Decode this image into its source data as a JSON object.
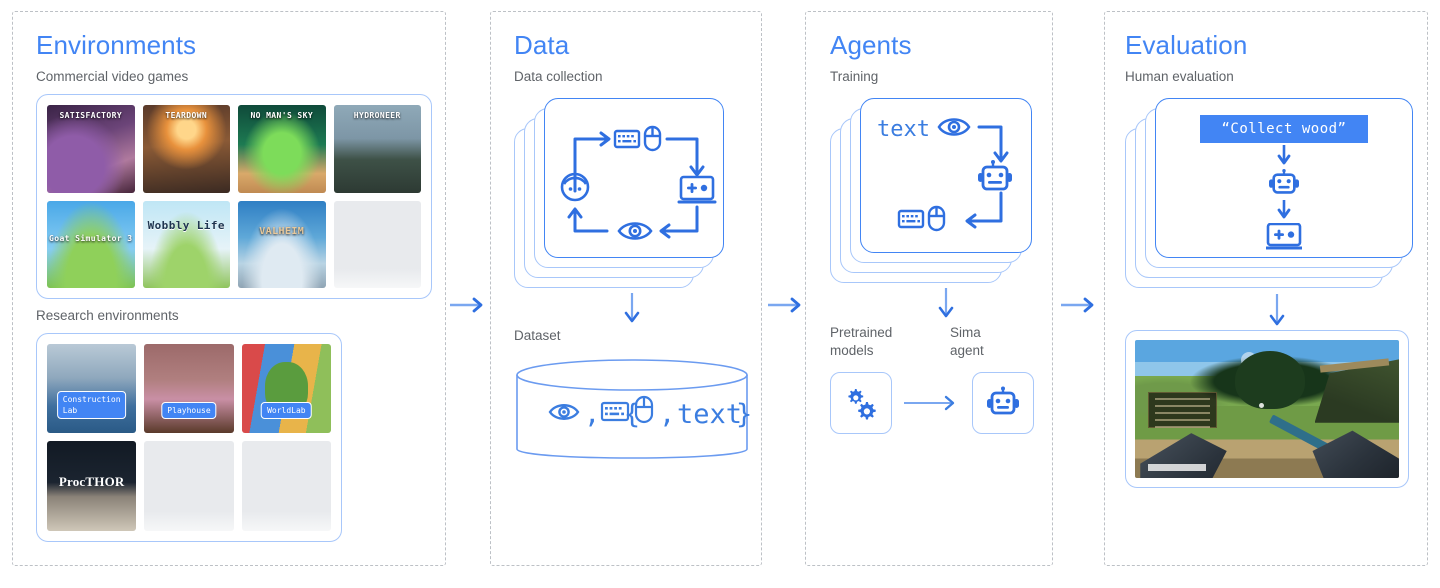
{
  "columns": {
    "environments": {
      "title": "Environments",
      "commercial_label": "Commercial video games",
      "research_label": "Research environments",
      "commercial_games": [
        {
          "name": "Satisfactory",
          "caption": "SATISFACTORY"
        },
        {
          "name": "Teardown",
          "caption": "TEARDOWN"
        },
        {
          "name": "No Man's Sky",
          "caption": "NO MAN'S SKY"
        },
        {
          "name": "Hydroneer",
          "caption": "HYDRONEER"
        },
        {
          "name": "Goat Simulator 3",
          "caption": "Goat Simulator 3"
        },
        {
          "name": "Wobbly Life",
          "caption": "Wobbly Life"
        },
        {
          "name": "Valheim",
          "caption": "VALHEIM"
        },
        {
          "name": "empty",
          "caption": ""
        }
      ],
      "research_envs": [
        {
          "name": "Construction Lab",
          "badge": "Construction\nLab"
        },
        {
          "name": "Playhouse",
          "badge": "Playhouse"
        },
        {
          "name": "WorldLab",
          "badge": "WorldLab"
        },
        {
          "name": "ProcTHOR",
          "badge": "",
          "word": "ProcTHOR"
        },
        {
          "name": "empty",
          "badge": ""
        },
        {
          "name": "empty",
          "badge": ""
        }
      ]
    },
    "data": {
      "title": "Data",
      "collection_label": "Data collection",
      "dataset_label": "Dataset",
      "cycle_icons": [
        "person-icon",
        "keyboard-icon",
        "mouse-icon",
        "game-console-icon",
        "eye-icon"
      ],
      "dataset_contents": "{ ◎ , ⌨ Ὓ1 , text }",
      "dataset_text_open": "{",
      "dataset_text_comma1": ",",
      "dataset_text_comma2": ",",
      "dataset_text_word": "text",
      "dataset_text_close": "}"
    },
    "agents": {
      "title": "Agents",
      "training_label": "Training",
      "card_text": "text",
      "pretrained_label": "Pretrained models",
      "sima_label": "Sima agent",
      "pretrained_icon": "gears-icon",
      "sima_icon": "robot-icon"
    },
    "evaluation": {
      "title": "Evaluation",
      "human_eval_label": "Human evaluation",
      "prompt": "“Collect wood”",
      "flow_icons": [
        "robot-icon",
        "game-console-icon"
      ],
      "screenshot_alt": "first-person game screenshot"
    }
  },
  "colors": {
    "accent_blue": "#4285f4",
    "light_blue_border": "#a8c7fa",
    "text_gray": "#5f6368",
    "dashed_gray": "#bdc1c6",
    "tile_empty": "#e8eaed"
  },
  "connectors": [
    {
      "name": "environments-to-data",
      "icon": "arrow-right-icon"
    },
    {
      "name": "data-to-agents",
      "icon": "arrow-right-icon"
    },
    {
      "name": "agents-to-evaluation",
      "icon": "arrow-right-icon"
    }
  ]
}
